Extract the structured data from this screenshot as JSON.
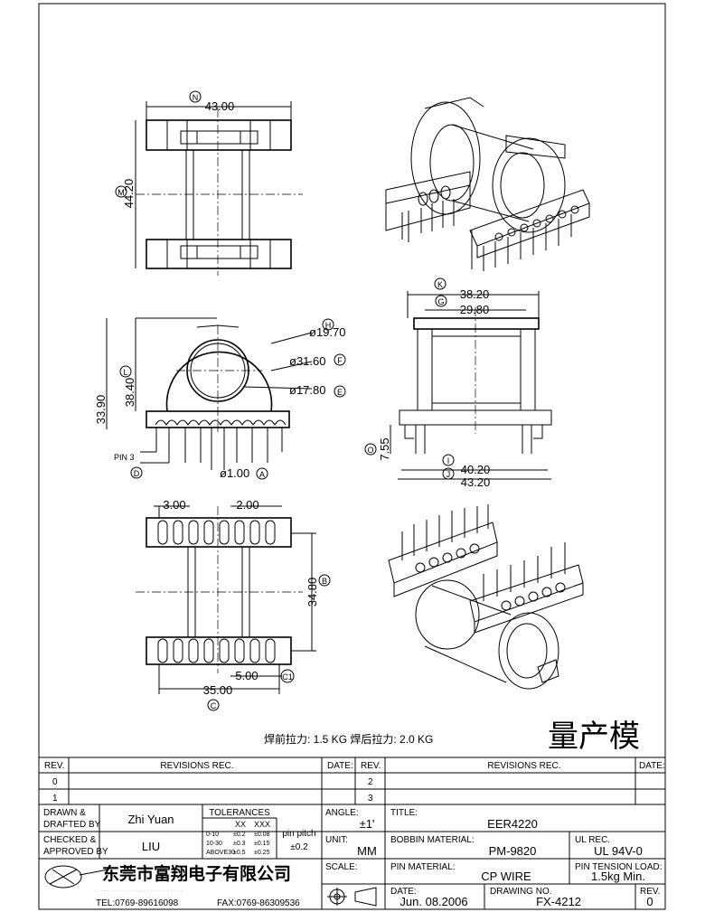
{
  "views": {
    "top": {
      "width_dim": "43.00",
      "width_tag": "N",
      "height_dim": "44.20",
      "height_tag": "M"
    },
    "front": {
      "dia_h": "ø19.70",
      "tag_h": "H",
      "dia_f": "ø31.60",
      "tag_f": "F",
      "dia_e": "ø17.80",
      "tag_e": "E",
      "dim_l": "38.40",
      "tag_l": "L",
      "dim_overall": "33.90",
      "pin_label": "PIN 3",
      "tag_d": "D",
      "pin_dia": "ø1.00",
      "tag_a": "A"
    },
    "side": {
      "dim_k": "38.20",
      "tag_k": "K",
      "dim_g": "29.80",
      "tag_g": "G",
      "dim_o": "7.55",
      "tag_o": "O",
      "dim_i": "40.20",
      "tag_i": "I",
      "dim_j": "43.20",
      "tag_j": "J"
    },
    "bottom": {
      "dim_3": "3.00",
      "dim_2": "2.00",
      "dim_b": "34.80",
      "tag_b": "B",
      "dim_5": "5.00",
      "tag_c1": "C1",
      "dim_35": "35.00",
      "tag_c": "C"
    }
  },
  "notes": {
    "pull_force": "焊前拉力: 1.5 KG  焊后拉力: 2.0 KG",
    "status": "量产模"
  },
  "title_block": {
    "rev_header": "REV.",
    "revisions_header": "REVISIONS   REC.",
    "date_header": "DATE:",
    "rev_rows_left": [
      "0",
      "1"
    ],
    "rev_rows_right": [
      "2",
      "3"
    ],
    "drawn_label": "DRAWN  &\nDRAFTED BY",
    "drawn_by": "Zhi Yuan",
    "checked_label": "CHECKED &\nAPPROVED BY",
    "checked_by": "LIU",
    "tolerances_label": "TOLERANCES",
    "tol_cols": [
      "XX",
      "XXX"
    ],
    "tol_rows": [
      {
        "range": "0-10",
        "xx": "±0.2",
        "xxx": "±0.08"
      },
      {
        "range": "10-30",
        "xx": "±0.3",
        "xxx": "±0.15"
      },
      {
        "range": "ABOVE30",
        "xx": "±0.5",
        "xxx": "±0.25"
      }
    ],
    "pin_pitch_label": "pin pitch",
    "pin_pitch": "±0.2",
    "angle_label": "ANGLE:",
    "angle": "±1'",
    "unit_label": "UNIT:",
    "unit": "MM",
    "scale_label": "SCALE:",
    "title_label": "TITLE:",
    "title": "EER4220",
    "bobbin_label": "BOBBIN MATERIAL:",
    "bobbin": "PM-9820",
    "ul_label": "UL REC.",
    "ul": "UL 94V-0",
    "pin_mat_label": "PIN MATERIAL:",
    "pin_mat": "CP WIRE",
    "pin_tension_label": "PIN TENSION LOAD:",
    "pin_tension": "1.5kg Min.",
    "date_label": "DATE:",
    "date": "Jun. 08.2006",
    "drawing_no_label": "DRAWING NO.",
    "drawing_no": "FX-4212",
    "rev_label": "REV.",
    "rev": "0",
    "company": "东莞市富翔电子有限公司",
    "tel": "TEL:0769-89616098",
    "fax": "FAX:0769-86309536"
  }
}
